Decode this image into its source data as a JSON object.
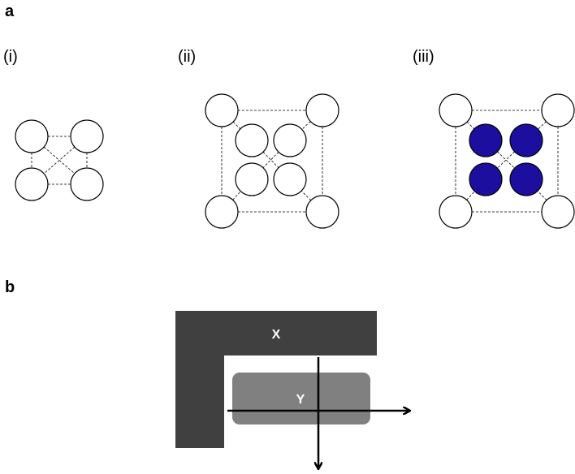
{
  "panel_a": {
    "label": "a",
    "subpanels": [
      {
        "label": "(i)",
        "filled": false
      },
      {
        "label": "(ii)",
        "filled": false
      },
      {
        "label": "(iii)",
        "filled": true
      }
    ],
    "colors": {
      "open_circle": "#ffffff",
      "filled_circle": "#1c0fa0",
      "outline": "#000000"
    }
  },
  "panel_b": {
    "label": "b",
    "region_x_label": "X",
    "region_y_label": "Y",
    "colors": {
      "region_x": "#404040",
      "region_y": "#808080",
      "axis": "#000000"
    }
  }
}
